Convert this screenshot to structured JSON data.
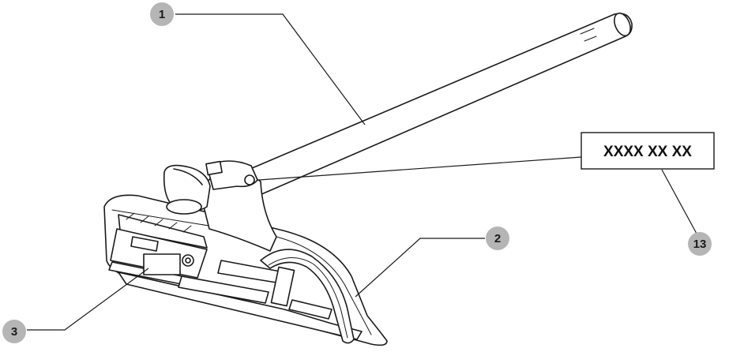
{
  "callouts": [
    {
      "id": "shaft",
      "number": "1"
    },
    {
      "id": "guard",
      "number": "2"
    },
    {
      "id": "head",
      "number": "3"
    },
    {
      "id": "label",
      "number": "13"
    }
  ],
  "part_number_label": "XXXX XX XX",
  "colors": {
    "badge": "#b5b5b5",
    "line": "#1a1a1a",
    "background": "#ffffff"
  }
}
